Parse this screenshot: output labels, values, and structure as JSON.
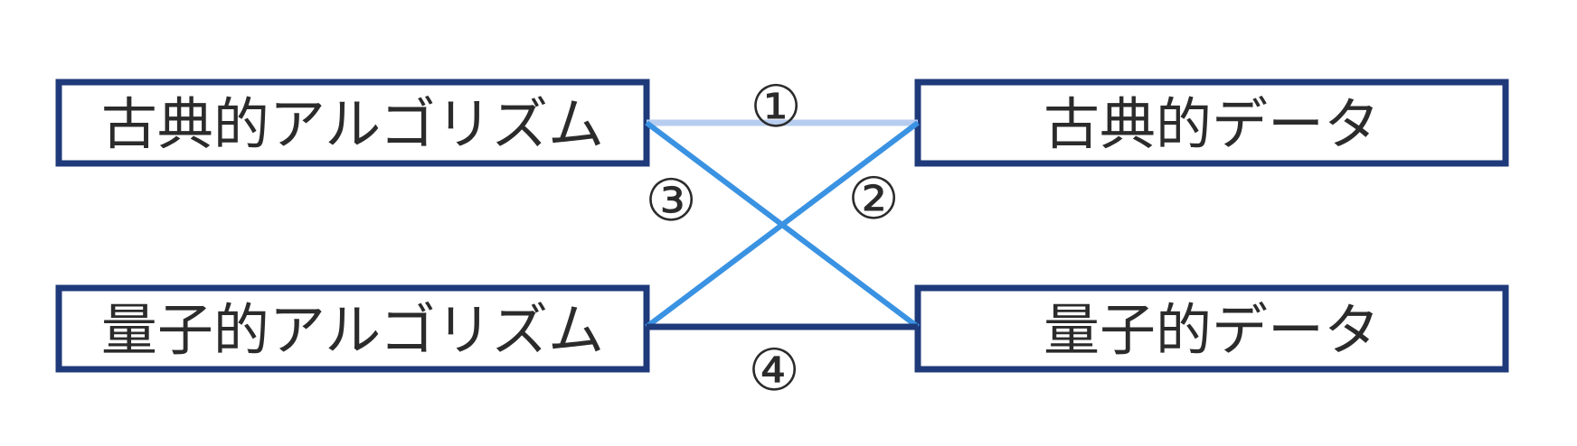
{
  "nodes": {
    "classical_algorithm": "古典的アルゴリズム",
    "quantum_algorithm": "量子的アルゴリズム",
    "classical_data": "古典的データ",
    "quantum_data": "量子的データ"
  },
  "edges": [
    {
      "label": "①",
      "from": "classical_algorithm",
      "to": "classical_data",
      "color": "#b7cdf0"
    },
    {
      "label": "②",
      "from": "quantum_algorithm",
      "to": "classical_data",
      "color": "#3a92e2"
    },
    {
      "label": "③",
      "from": "classical_algorithm",
      "to": "quantum_data",
      "color": "#3a92e2"
    },
    {
      "label": "④",
      "from": "quantum_algorithm",
      "to": "quantum_data",
      "color": "#1f3a7a"
    }
  ],
  "colors": {
    "box_border": "#1f3a7a",
    "text": "#2b2b2b"
  }
}
